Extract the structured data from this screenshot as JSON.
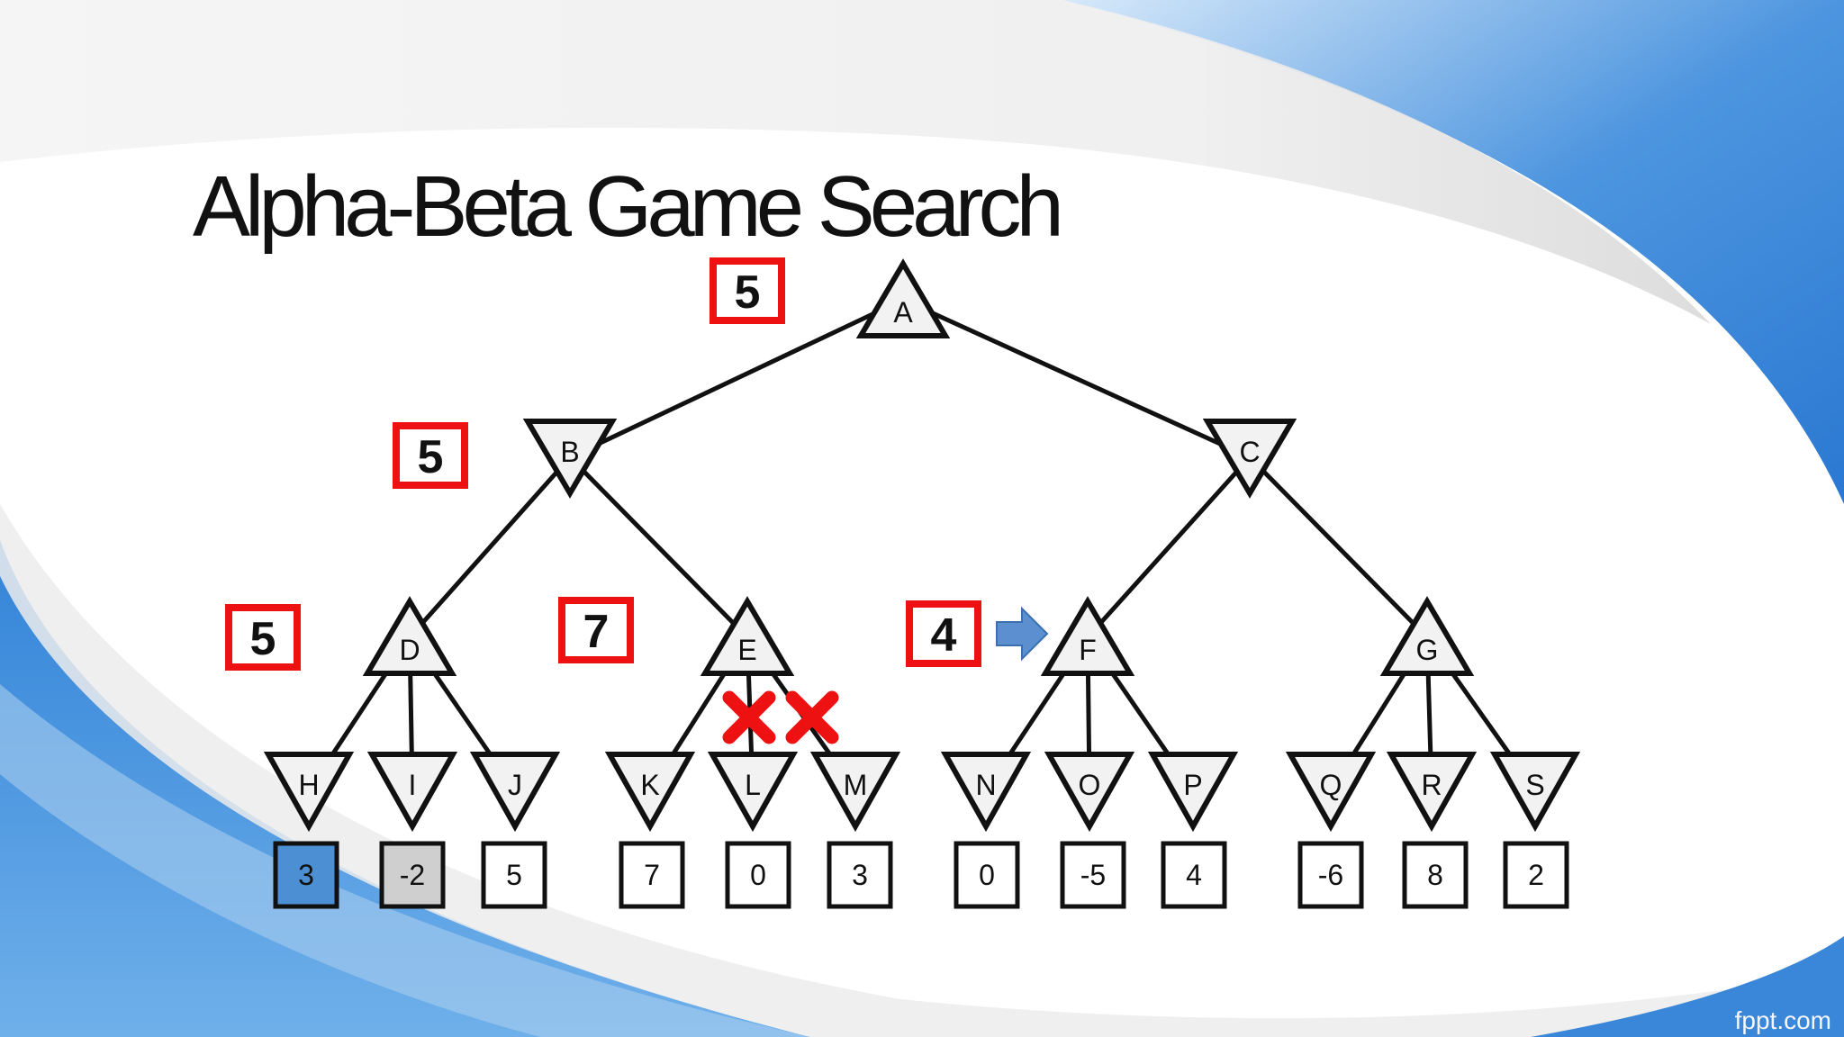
{
  "slide": {
    "title": "Alpha-Beta Game Search",
    "watermark": "fppt.com"
  },
  "colors": {
    "background_blue": "#2f7fd6",
    "light_blue": "#b9d8f3",
    "box_red": "#ee1111",
    "prune_red": "#ee1111",
    "arrow_blue": "#5b8fd0",
    "stroke": "#111111"
  },
  "tree": {
    "nodes": [
      {
        "id": "A",
        "type": "max"
      },
      {
        "id": "B",
        "type": "min"
      },
      {
        "id": "C",
        "type": "min"
      },
      {
        "id": "D",
        "type": "max"
      },
      {
        "id": "E",
        "type": "max"
      },
      {
        "id": "F",
        "type": "max"
      },
      {
        "id": "G",
        "type": "max"
      },
      {
        "id": "H",
        "type": "min"
      },
      {
        "id": "I",
        "type": "min"
      },
      {
        "id": "J",
        "type": "min"
      },
      {
        "id": "K",
        "type": "min"
      },
      {
        "id": "L",
        "type": "min"
      },
      {
        "id": "M",
        "type": "min"
      },
      {
        "id": "N",
        "type": "min"
      },
      {
        "id": "O",
        "type": "min"
      },
      {
        "id": "P",
        "type": "min"
      },
      {
        "id": "Q",
        "type": "min"
      },
      {
        "id": "R",
        "type": "min"
      },
      {
        "id": "S",
        "type": "min"
      }
    ],
    "leaf_values": [
      {
        "node": "H",
        "value": "3"
      },
      {
        "node": "I",
        "value": "-2"
      },
      {
        "node": "J",
        "value": "5"
      },
      {
        "node": "K",
        "value": "7"
      },
      {
        "node": "L",
        "value": "0"
      },
      {
        "node": "M",
        "value": "3"
      },
      {
        "node": "N",
        "value": "0"
      },
      {
        "node": "O",
        "value": "-5"
      },
      {
        "node": "P",
        "value": "4"
      },
      {
        "node": "Q",
        "value": "-6"
      },
      {
        "node": "R",
        "value": "8"
      },
      {
        "node": "S",
        "value": "2"
      }
    ],
    "backed_up_values": [
      {
        "node": "A",
        "value": "5"
      },
      {
        "node": "B",
        "value": "5"
      },
      {
        "node": "D",
        "value": "5"
      },
      {
        "node": "E",
        "value": "7"
      },
      {
        "node": "F",
        "value": "4"
      }
    ],
    "pruned_edges": [
      "E-L",
      "E-M"
    ],
    "current_node": "F"
  }
}
